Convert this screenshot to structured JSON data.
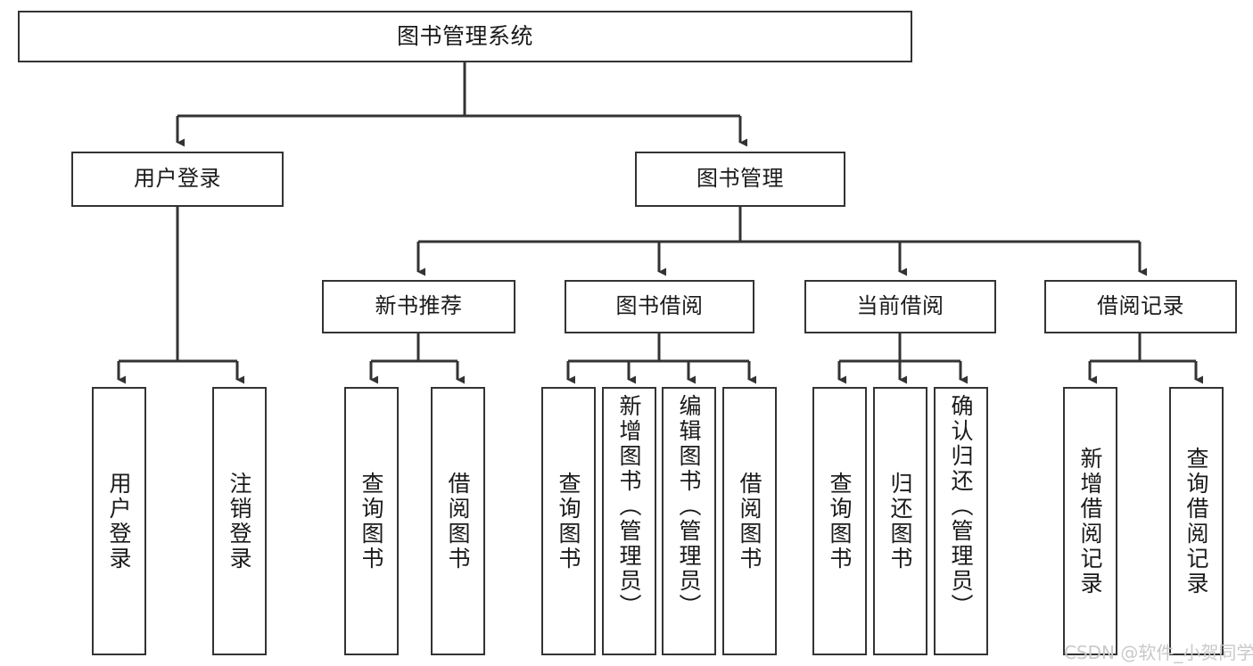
{
  "diagram": {
    "title": "图书管理系统",
    "type": "hierarchy-tree",
    "watermark": "CSDN @软件_小贺同学",
    "colors": {
      "box_border": "#333333",
      "box_fill": "#ffffff",
      "edge": "#333333",
      "text": "#1a1a1a",
      "watermark": "#c9c9c9",
      "background": "#ffffff"
    },
    "levels": {
      "level1": [
        "图书管理系统"
      ],
      "level2": [
        "用户登录",
        "图书管理"
      ],
      "level3": [
        "新书推荐",
        "图书借阅",
        "当前借阅",
        "借阅记录"
      ],
      "level4": [
        "用户登录",
        "注销登录",
        "查询图书",
        "借阅图书",
        "查询图书",
        "新增图书（管理员）",
        "编辑图书（管理员）",
        "借阅图书",
        "查询图书",
        "归还图书",
        "确认归还（管理员）",
        "新增借阅记录",
        "查询借阅记录"
      ]
    },
    "nodes": {
      "root": {
        "label": "图书管理系统"
      },
      "user_login": {
        "label": "用户登录"
      },
      "book_manage": {
        "label": "图书管理"
      },
      "new_book_rec": {
        "label": "新书推荐"
      },
      "book_borrow": {
        "label": "图书借阅"
      },
      "current_borrow": {
        "label": "当前借阅"
      },
      "borrow_record": {
        "label": "借阅记录"
      },
      "leaf_user_login": {
        "label": "用户登录"
      },
      "leaf_logout": {
        "label": "注销登录"
      },
      "leaf_query_book_a": {
        "label": "查询图书"
      },
      "leaf_borrow_book_a": {
        "label": "借阅图书"
      },
      "leaf_query_book_b": {
        "label": "查询图书"
      },
      "leaf_add_book": {
        "label": "新增图书（管理员）"
      },
      "leaf_edit_book": {
        "label": "编辑图书（管理员）"
      },
      "leaf_borrow_book_b": {
        "label": "借阅图书"
      },
      "leaf_query_book_c": {
        "label": "查询图书"
      },
      "leaf_return_book": {
        "label": "归还图书"
      },
      "leaf_confirm_return": {
        "label": "确认归还（管理员）"
      },
      "leaf_add_record": {
        "label": "新增借阅记录"
      },
      "leaf_query_record": {
        "label": "查询借阅记录"
      }
    },
    "edges": [
      {
        "from": "root",
        "to": "user_login"
      },
      {
        "from": "root",
        "to": "book_manage"
      },
      {
        "from": "user_login",
        "to": "leaf_user_login"
      },
      {
        "from": "user_login",
        "to": "leaf_logout"
      },
      {
        "from": "book_manage",
        "to": "new_book_rec"
      },
      {
        "from": "book_manage",
        "to": "book_borrow"
      },
      {
        "from": "book_manage",
        "to": "current_borrow"
      },
      {
        "from": "book_manage",
        "to": "borrow_record"
      },
      {
        "from": "new_book_rec",
        "to": "leaf_query_book_a"
      },
      {
        "from": "new_book_rec",
        "to": "leaf_borrow_book_a"
      },
      {
        "from": "book_borrow",
        "to": "leaf_query_book_b"
      },
      {
        "from": "book_borrow",
        "to": "leaf_add_book"
      },
      {
        "from": "book_borrow",
        "to": "leaf_edit_book"
      },
      {
        "from": "book_borrow",
        "to": "leaf_borrow_book_b"
      },
      {
        "from": "current_borrow",
        "to": "leaf_query_book_c"
      },
      {
        "from": "current_borrow",
        "to": "leaf_return_book"
      },
      {
        "from": "current_borrow",
        "to": "leaf_confirm_return"
      },
      {
        "from": "borrow_record",
        "to": "leaf_add_record"
      },
      {
        "from": "borrow_record",
        "to": "leaf_query_record"
      }
    ]
  }
}
